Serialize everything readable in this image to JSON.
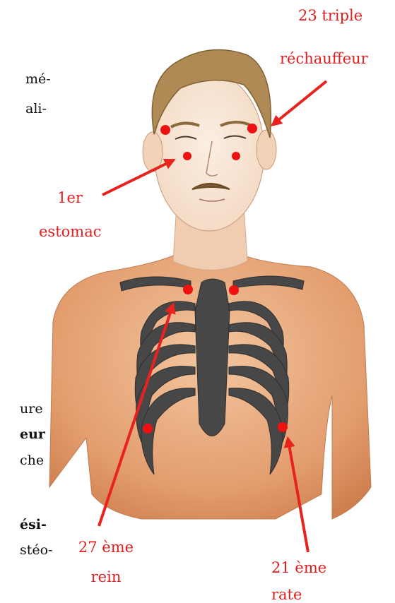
{
  "side_text": [
    {
      "id": "t1",
      "text": "mé-",
      "bold": false
    },
    {
      "id": "t2",
      "text": "ali-",
      "bold": false
    },
    {
      "id": "t3",
      "text": "ure",
      "bold": false
    },
    {
      "id": "t4",
      "text": "eur",
      "bold": true
    },
    {
      "id": "t5",
      "text": "che",
      "bold": false
    },
    {
      "id": "t6",
      "text": "ési-",
      "bold": true
    },
    {
      "id": "t7",
      "text": "stéo-",
      "bold": false
    }
  ],
  "labels": {
    "triple_rechauffeur": {
      "line1": "23 triple",
      "line2": "réchauffeur"
    },
    "estomac": {
      "line1": "1er",
      "line2": "estomac"
    },
    "rein": {
      "line1": "27 ème",
      "line2": "rein"
    },
    "rate": {
      "line1": "21 ème",
      "line2": "rate"
    }
  },
  "colors": {
    "label": "#e0201f",
    "point": "#ee1111",
    "arrow": "#e8221c",
    "skin": "#e8a87c",
    "bone": "#3e3e3e",
    "hair": "#b08a55"
  }
}
